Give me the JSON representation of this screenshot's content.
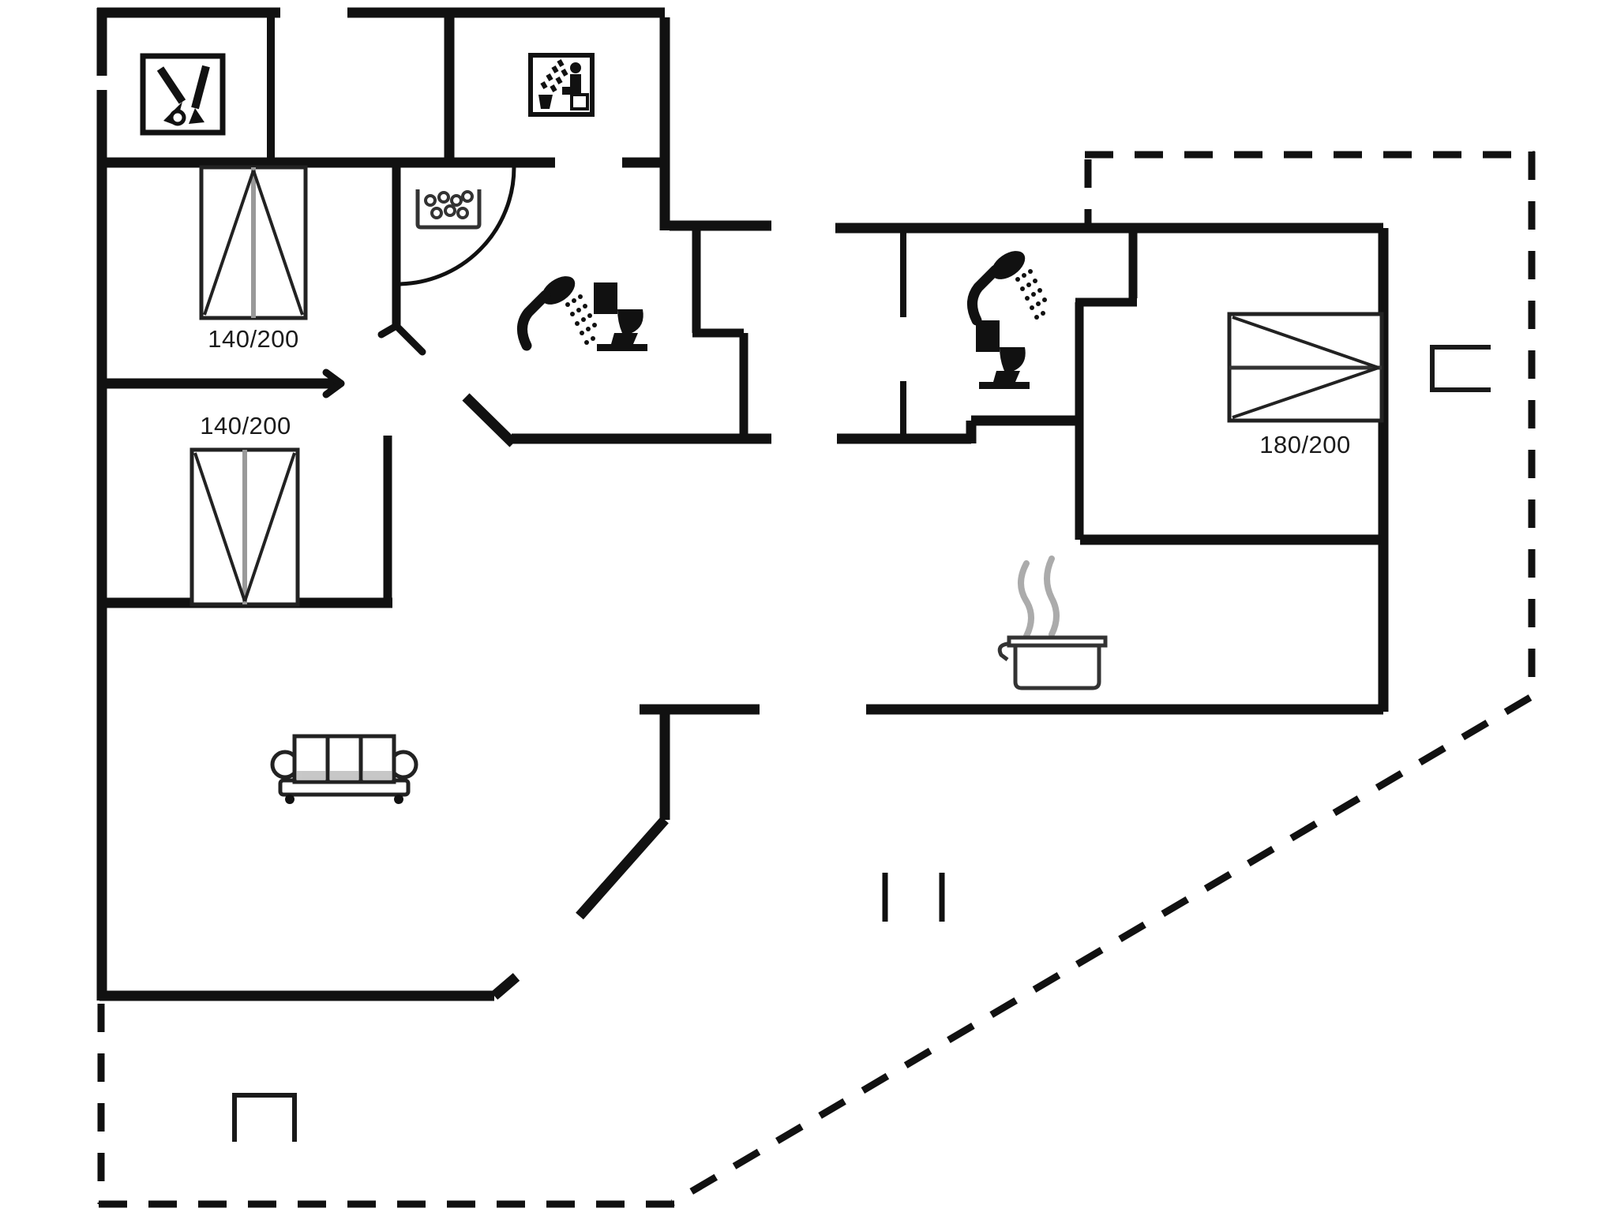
{
  "plan": {
    "title": "holiday-house-floor-plan",
    "bedrooms": [
      {
        "id": "bedroom-1",
        "bed_size": "140/200"
      },
      {
        "id": "bedroom-2",
        "bed_size": "140/200"
      },
      {
        "id": "bedroom-3",
        "bed_size": "180/200"
      }
    ],
    "icons": [
      {
        "name": "cleaning-equipment-icon",
        "meaning": "utility room with cleaning equipment"
      },
      {
        "name": "sauna-icon",
        "meaning": "sauna"
      },
      {
        "name": "stove-hob-icon",
        "meaning": "kitchen hob"
      },
      {
        "name": "shower-icon",
        "meaning": "shower"
      },
      {
        "name": "toilet-icon",
        "meaning": "toilet"
      },
      {
        "name": "shower-icon-2",
        "meaning": "second shower"
      },
      {
        "name": "toilet-icon-2",
        "meaning": "second toilet"
      },
      {
        "name": "cooking-pot-icon",
        "meaning": "kitchen / cooking area"
      },
      {
        "name": "sofa-icon",
        "meaning": "living room"
      }
    ],
    "colors": {
      "wall": "#111111",
      "background": "#ffffff",
      "bed_midline": "#999999",
      "steam": "#ababab",
      "text": "#1b1b1b"
    }
  }
}
